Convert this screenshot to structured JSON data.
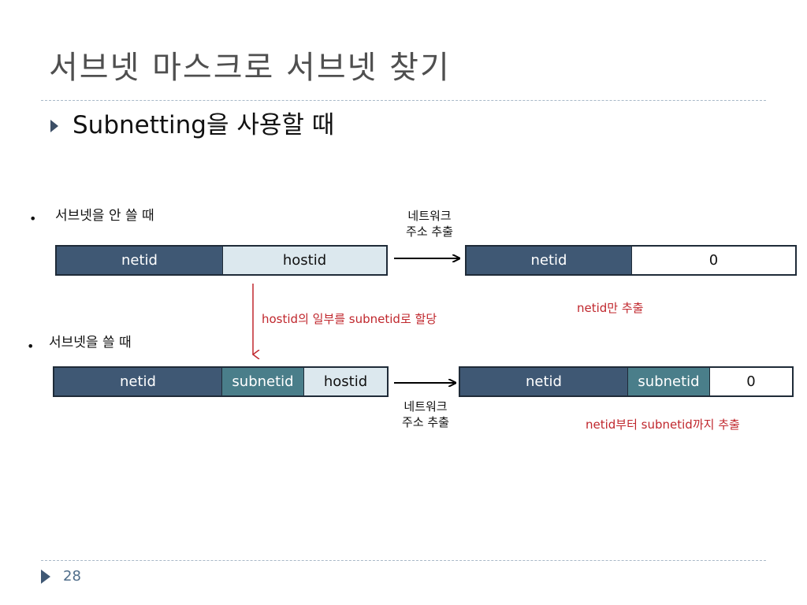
{
  "slide": {
    "title": "서브넷 마스크로 서브넷 찾기",
    "main_bullet": "Subnetting을 사용할 때",
    "page_number": "28"
  },
  "case_without": {
    "bullet": "•",
    "label": "서브넷을 안 쓸 때",
    "note": [
      "네트워크",
      "주소 추출"
    ],
    "input_fields": [
      "netid",
      "hostid"
    ],
    "output_fields": [
      "netid",
      "0"
    ],
    "result_note": "netid만 추출"
  },
  "assign_note": "hostid의 일부를 subnetid로 할당",
  "case_with": {
    "bullet": "•",
    "label": "서브넷을  쓸 때",
    "note": [
      "네트워크",
      "주소 추출"
    ],
    "input_fields": [
      "netid",
      "subnetid",
      "hostid"
    ],
    "output_fields": [
      "netid",
      "subnetid",
      "0"
    ],
    "result_note": "netid부터 subnetid까지 추출"
  },
  "colors": {
    "netid": "#3f5874",
    "subnetid": "#4a7e8a",
    "hostid": "#dce8ee",
    "emphasis": "#c0272d"
  }
}
